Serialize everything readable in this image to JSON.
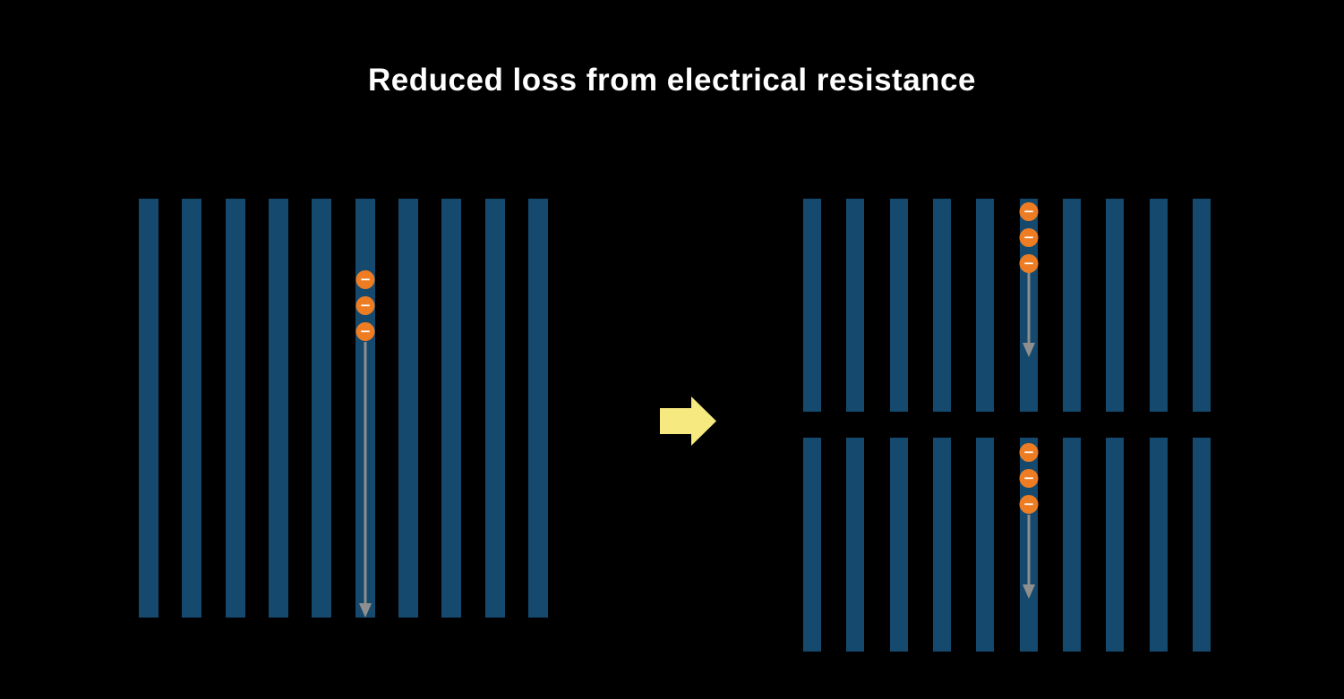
{
  "title": "Reduced loss from electrical resistance",
  "colors": {
    "background": "#000000",
    "cell_bar": "#154a6e",
    "electron": "#ed7c23",
    "electron_symbol_color": "#ffffff",
    "flow_arrow": "#8f8f8f",
    "transition_arrow": "#f5e97f",
    "title": "#ffffff"
  },
  "electron_symbol": "−",
  "panels": {
    "full_cell": {
      "bar_count": 10,
      "electron_count": 3
    },
    "half_cell_top": {
      "bar_count": 10,
      "electron_count": 3
    },
    "half_cell_bottom": {
      "bar_count": 10,
      "electron_count": 3
    }
  }
}
